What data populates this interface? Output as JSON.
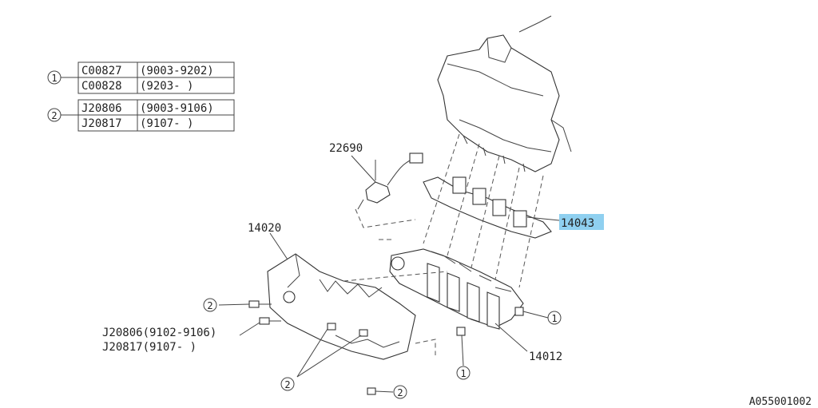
{
  "legend": {
    "marker1": "1",
    "marker2": "2",
    "rows1": [
      {
        "code": "C00827",
        "range": "(9003-9202)"
      },
      {
        "code": "C00828",
        "range": "(9203-      )"
      }
    ],
    "rows2": [
      {
        "code": "J20806",
        "range": "(9003-9106)"
      },
      {
        "code": "J20817",
        "range": "(9107-      )"
      }
    ]
  },
  "labels": {
    "p22690": "22690",
    "p14020": "14020",
    "p14043": "14043",
    "p14012": "14012",
    "note_line1": "J20806(9102-9106)",
    "note_line2": "J20817(9107-      )",
    "callout_1": "1",
    "callout_2": "2",
    "figure_code": "A055001002"
  },
  "highlight_color": "#8fd0f0"
}
